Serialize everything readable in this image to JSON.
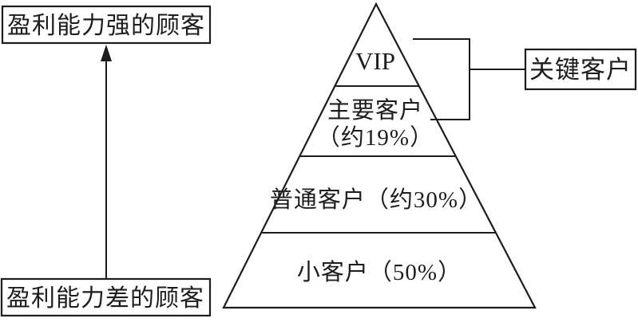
{
  "diagram_title": "customer-profitability-pyramid",
  "colors": {
    "ink": "#1c1c1c",
    "background": "#ffffff"
  },
  "profitability_axis": {
    "top_label": "盈利能力强的顾客",
    "bottom_label": "盈利能力差的顾客",
    "direction": "up"
  },
  "pyramid": {
    "levels": [
      {
        "label": "VIP",
        "sublabel": ""
      },
      {
        "label": "主要客户",
        "sublabel": "（约19%）"
      },
      {
        "label": "普通客户（约30%）",
        "sublabel": ""
      },
      {
        "label": "小客户（50%）",
        "sublabel": ""
      }
    ]
  },
  "callout": {
    "label": "关键客户",
    "covers_levels": "VIP + 主要客户"
  }
}
